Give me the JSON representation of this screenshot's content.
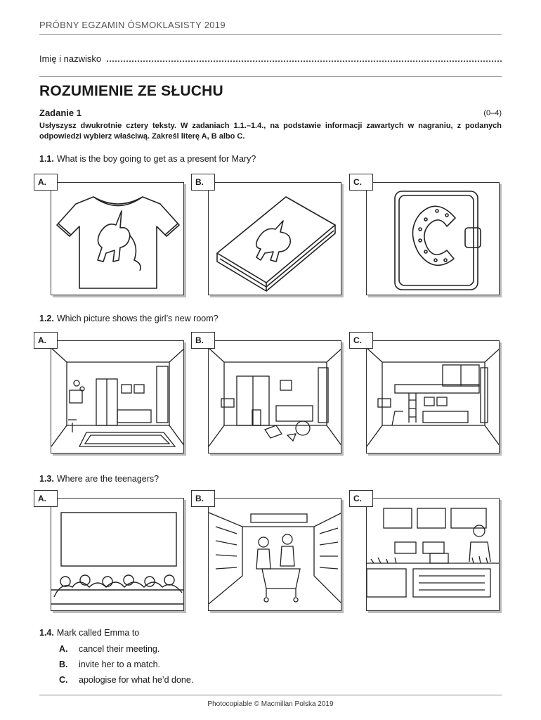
{
  "header": {
    "title": "PRÓBNY EGZAMIN ÓSMOKLASISTY 2019",
    "name_label": "Imię i nazwisko"
  },
  "section_title": "ROZUMIENIE ZE SŁUCHU",
  "task": {
    "title": "Zadanie 1",
    "points": "(0–4)",
    "instructions": "Usłyszysz dwukrotnie cztery teksty. W zadaniach 1.1.–1.4., na podstawie informacji zawartych w nagraniu, z podanych odpowiedzi wybierz właściwą. Zakreśl literę A, B albo C."
  },
  "questions": [
    {
      "number": "1.1.",
      "text": "What is the boy going to get as a present for Mary?",
      "options": [
        "A.",
        "B.",
        "C."
      ]
    },
    {
      "number": "1.2.",
      "text": "Which picture shows the girl’s new room?",
      "options": [
        "A.",
        "B.",
        "C."
      ]
    },
    {
      "number": "1.3.",
      "text": "Where are the teenagers?",
      "options": [
        "A.",
        "B.",
        "C."
      ]
    },
    {
      "number": "1.4.",
      "text": "Mark called Emma to",
      "text_options": [
        {
          "letter": "A.",
          "text": "cancel their meeting."
        },
        {
          "letter": "B.",
          "text": "invite her to a match."
        },
        {
          "letter": "C.",
          "text": "apologise for what he’d done."
        }
      ]
    }
  ],
  "pictures": {
    "q1": [
      "unicorn-tshirt",
      "horse-book",
      "horseshoe-wallet"
    ],
    "q2": [
      "room-rug",
      "room-messy",
      "room-loft-bed"
    ],
    "q3": [
      "cinema",
      "supermarket",
      "cafe-counter"
    ]
  },
  "footer": "Photocopiable © Macmillan Polska 2019"
}
